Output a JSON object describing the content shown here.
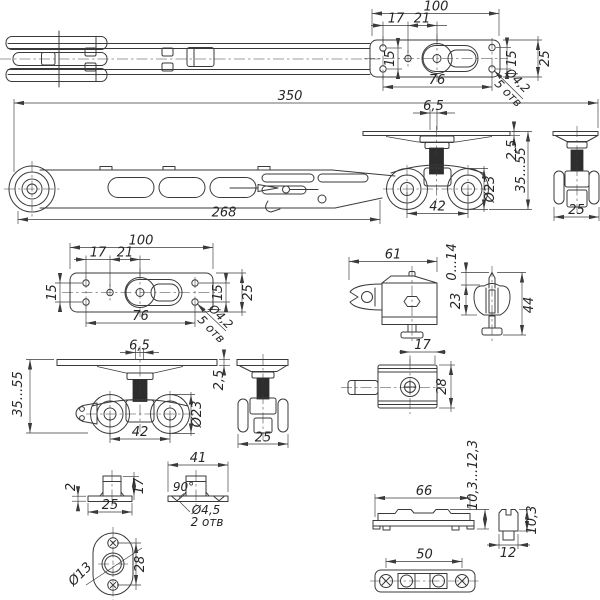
{
  "page": {
    "background": "#ffffff",
    "ink": "#3a3a3a"
  },
  "views": {
    "railAssemblyTop": {
      "dims": {
        "plateLength": "100",
        "holePitchA": "17",
        "holePitchB": "21",
        "rowSpacingLeft": "15",
        "rowSpacingRight": "15",
        "plateWidth": "25",
        "holeSpan": "76",
        "holeDia": "Ø4,2",
        "holeCount": "5 отв"
      }
    },
    "assemblySide": {
      "dims": {
        "overallLength": "350",
        "armLength": "268",
        "slotWidth": "6,5",
        "plateThickness": "2,5",
        "heightRange": "35...55",
        "rollerDia": "Ø23",
        "wheelBase": "42",
        "carriageWidth": "25"
      }
    },
    "mountPlateTop": {
      "dims": {
        "plateLength": "100",
        "holePitchA": "17",
        "holePitchB": "21",
        "rowSpacingLeft": "15",
        "rowSpacingRight": "15",
        "plateWidth": "25",
        "holeSpan": "76",
        "holeDia": "Ø4,2",
        "holeCount": "5 отв"
      }
    },
    "carriageFront": {
      "dims": {
        "slotWidth": "6,5",
        "plateThickness": "2,5",
        "heightRange": "35...55",
        "rollerDia": "Ø23",
        "wheelBase": "42"
      }
    },
    "carriageSide": {
      "dims": {
        "width": "25"
      }
    },
    "guideBracketFront": {
      "dims": {
        "length": "61"
      }
    },
    "guideBracketSide": {
      "dims": {
        "adjustRange": "0...14",
        "bodyHeight": "23",
        "overallHeight": "44"
      }
    },
    "adapterBlock": {
      "dims": {
        "bossWidth": "17",
        "height": "28"
      }
    },
    "stopPlain": {
      "dims": {
        "flangeThickness": "2",
        "bodyHeight": "17",
        "baseWidth": "25"
      }
    },
    "stopCountersunk": {
      "dims": {
        "baseLength": "41",
        "countersinkAngle": "90°",
        "holeDia": "Ø4,5",
        "holeCount": "2 отв"
      }
    },
    "ovalPlate": {
      "dims": {
        "centerHoleDia": "Ø13",
        "holePitch": "28"
      }
    },
    "floorGuideSide": {
      "dims": {
        "length": "66",
        "heightRange": "10,3...12,3"
      }
    },
    "floorGuideEnd": {
      "dims": {
        "width": "12",
        "height": "10,3"
      }
    },
    "floorGuideBottom": {
      "dims": {
        "holePitch": "50"
      }
    }
  }
}
